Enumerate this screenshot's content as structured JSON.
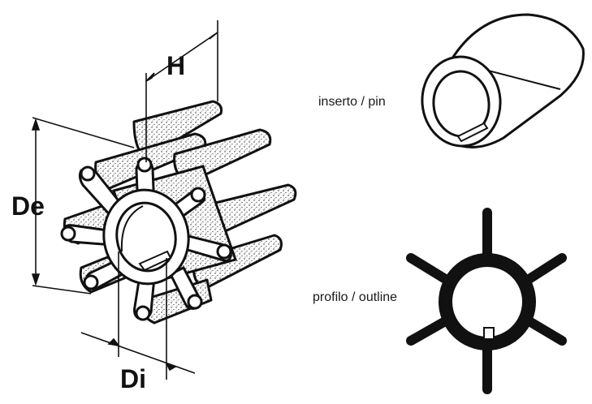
{
  "dimensions": {
    "height": "H",
    "outer_diameter": "De",
    "inner_diameter": "Di"
  },
  "labels": {
    "pin": "inserto / pin",
    "outline": "profilo / outline"
  },
  "colors": {
    "ink": "#111111",
    "background": "#ffffff"
  }
}
